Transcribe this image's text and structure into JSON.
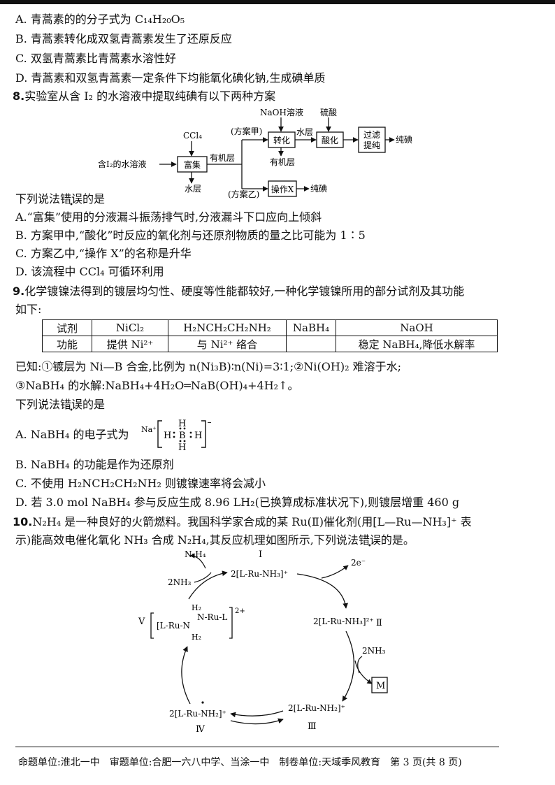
{
  "q7_options": [
    "A. 青蒿素的的分子式为 C₁₄H₂₀O₅",
    "B. 青蒿素转化成双氢青蒿素发生了还原反应",
    "C. 双氢青蒿素比青蒿素水溶性好",
    "D. 青蒿素和双氢青蒿素一定条件下均能氧化碘化钠,生成碘单质"
  ],
  "q8": {
    "number": "8.",
    "stem": "实验室从含 I₂ 的水溶液中提取纯碘有以下两种方案",
    "flow": {
      "start": "含I₂的水溶液",
      "reagent_ccl4": "CCl₄",
      "box_enrich": "富集",
      "water_layer": "水层",
      "organic_layer_label": "有机层",
      "plan_a": "(方案甲)",
      "plan_b": "(方案乙)",
      "naoh": "NaOH溶液",
      "box_convert": "转化",
      "organic_layer_below": "有机层",
      "water_layer_mid": "水层",
      "sulfuric": "硫酸",
      "box_acidify": "酸化",
      "box_filter_1": "过滤",
      "box_filter_2": "提纯",
      "pure_iodine": "纯碘",
      "box_op_x": "操作X",
      "pure_iodine_2": "纯碘"
    },
    "question_prefix": "下列说法",
    "question_mark": "错误",
    "question_suffix": "的是",
    "options": [
      "A.“富集”使用的分液漏斗振荡排气时,分液漏斗下口应向上倾斜",
      "B. 方案甲中,“酸化”时反应的氧化剂与还原剂物质的量之比可能为 1∶5",
      "C. 方案乙中,“操作 X”的名称是升华",
      "D. 该流程中 CCl₄ 可循环利用"
    ]
  },
  "q9": {
    "number": "9.",
    "stem_line1": "化学镀镍法得到的镀层均匀性、硬度等性能都较好,一种化学镀镍所用的部分试剂及其功能",
    "stem_line2": "如下:",
    "table": {
      "row1": [
        "试剂",
        "NiCl₂",
        "H₂NCH₂CH₂NH₂",
        "NaBH₄",
        "NaOH"
      ],
      "row2": [
        "功能",
        "提供 Ni²⁺",
        "与 Ni²⁺ 络合",
        "",
        "稳定 NaBH₄,降低水解率"
      ]
    },
    "known_1": "已知:①镀层为 Ni—B 合金,比例为 n(Ni₃B)∶n(Ni)=3∶1;②Ni(OH)₂ 难溶于水;",
    "known_2": "③NaBH₄ 的水解:NaBH₄+4H₂O═NaB(OH)₄+4H₂↑。",
    "question_prefix": "下列说法",
    "question_mark": "错误",
    "question_suffix": "的是",
    "option_a": "A. NaBH₄ 的电子式为",
    "option_a_ion": "Na⁺",
    "options": [
      "B. NaBH₄ 的功能是作为还原剂",
      "C. 不使用 H₂NCH₂CH₂NH₂ 则镀镍速率将会减小",
      "D. 若 3.0 mol NaBH₄ 参与反应生成 8.96 LH₂(已换算成标准状况下),则镀层增重 460 g"
    ]
  },
  "q10": {
    "number": "10.",
    "stem_line1": "N₂H₄ 是一种良好的火箭燃料。我国科学家合成的某 Ru(Ⅱ)催化剂(用[L—Ru—NH₃]⁺ 表",
    "stem_line2_prefix": "示)能高效电催化氧化 NH₃ 合成 N₂H₄,其反应机理如图所示,下列说法",
    "stem_line2_mark": "错误",
    "stem_line2_suffix": "的是。",
    "cycle": {
      "label_I": "Ⅰ",
      "label_II": "Ⅱ",
      "label_III": "Ⅲ",
      "label_IV": "Ⅳ",
      "label_V": "Ⅴ",
      "n2h4": "N₂H₄",
      "nh3_in_left": "2NH₃",
      "nh3_in_right": "2NH₃",
      "minus_2e": "2e⁻",
      "m_box": "M",
      "species_I": "2[L-Ru-NH₃]⁺",
      "species_II": "2[L-Ru-NH₃]²⁺",
      "species_III": "2[L-Ru-NH₂]⁺",
      "species_IV": "2[L-Ru-NH₂]⁺",
      "species_V_left": "[L-Ru-N",
      "species_V_h2_top": "H₂",
      "species_V_right": "N-Ru-L",
      "species_V_h2_bottom": "H₂",
      "species_V_charge": "2+"
    }
  },
  "footer": "命题单位:淮北一中　审题单位:合肥一六八中学、当涂一中　制卷单位:天域季风教育　第 3 页(共 8 页)"
}
